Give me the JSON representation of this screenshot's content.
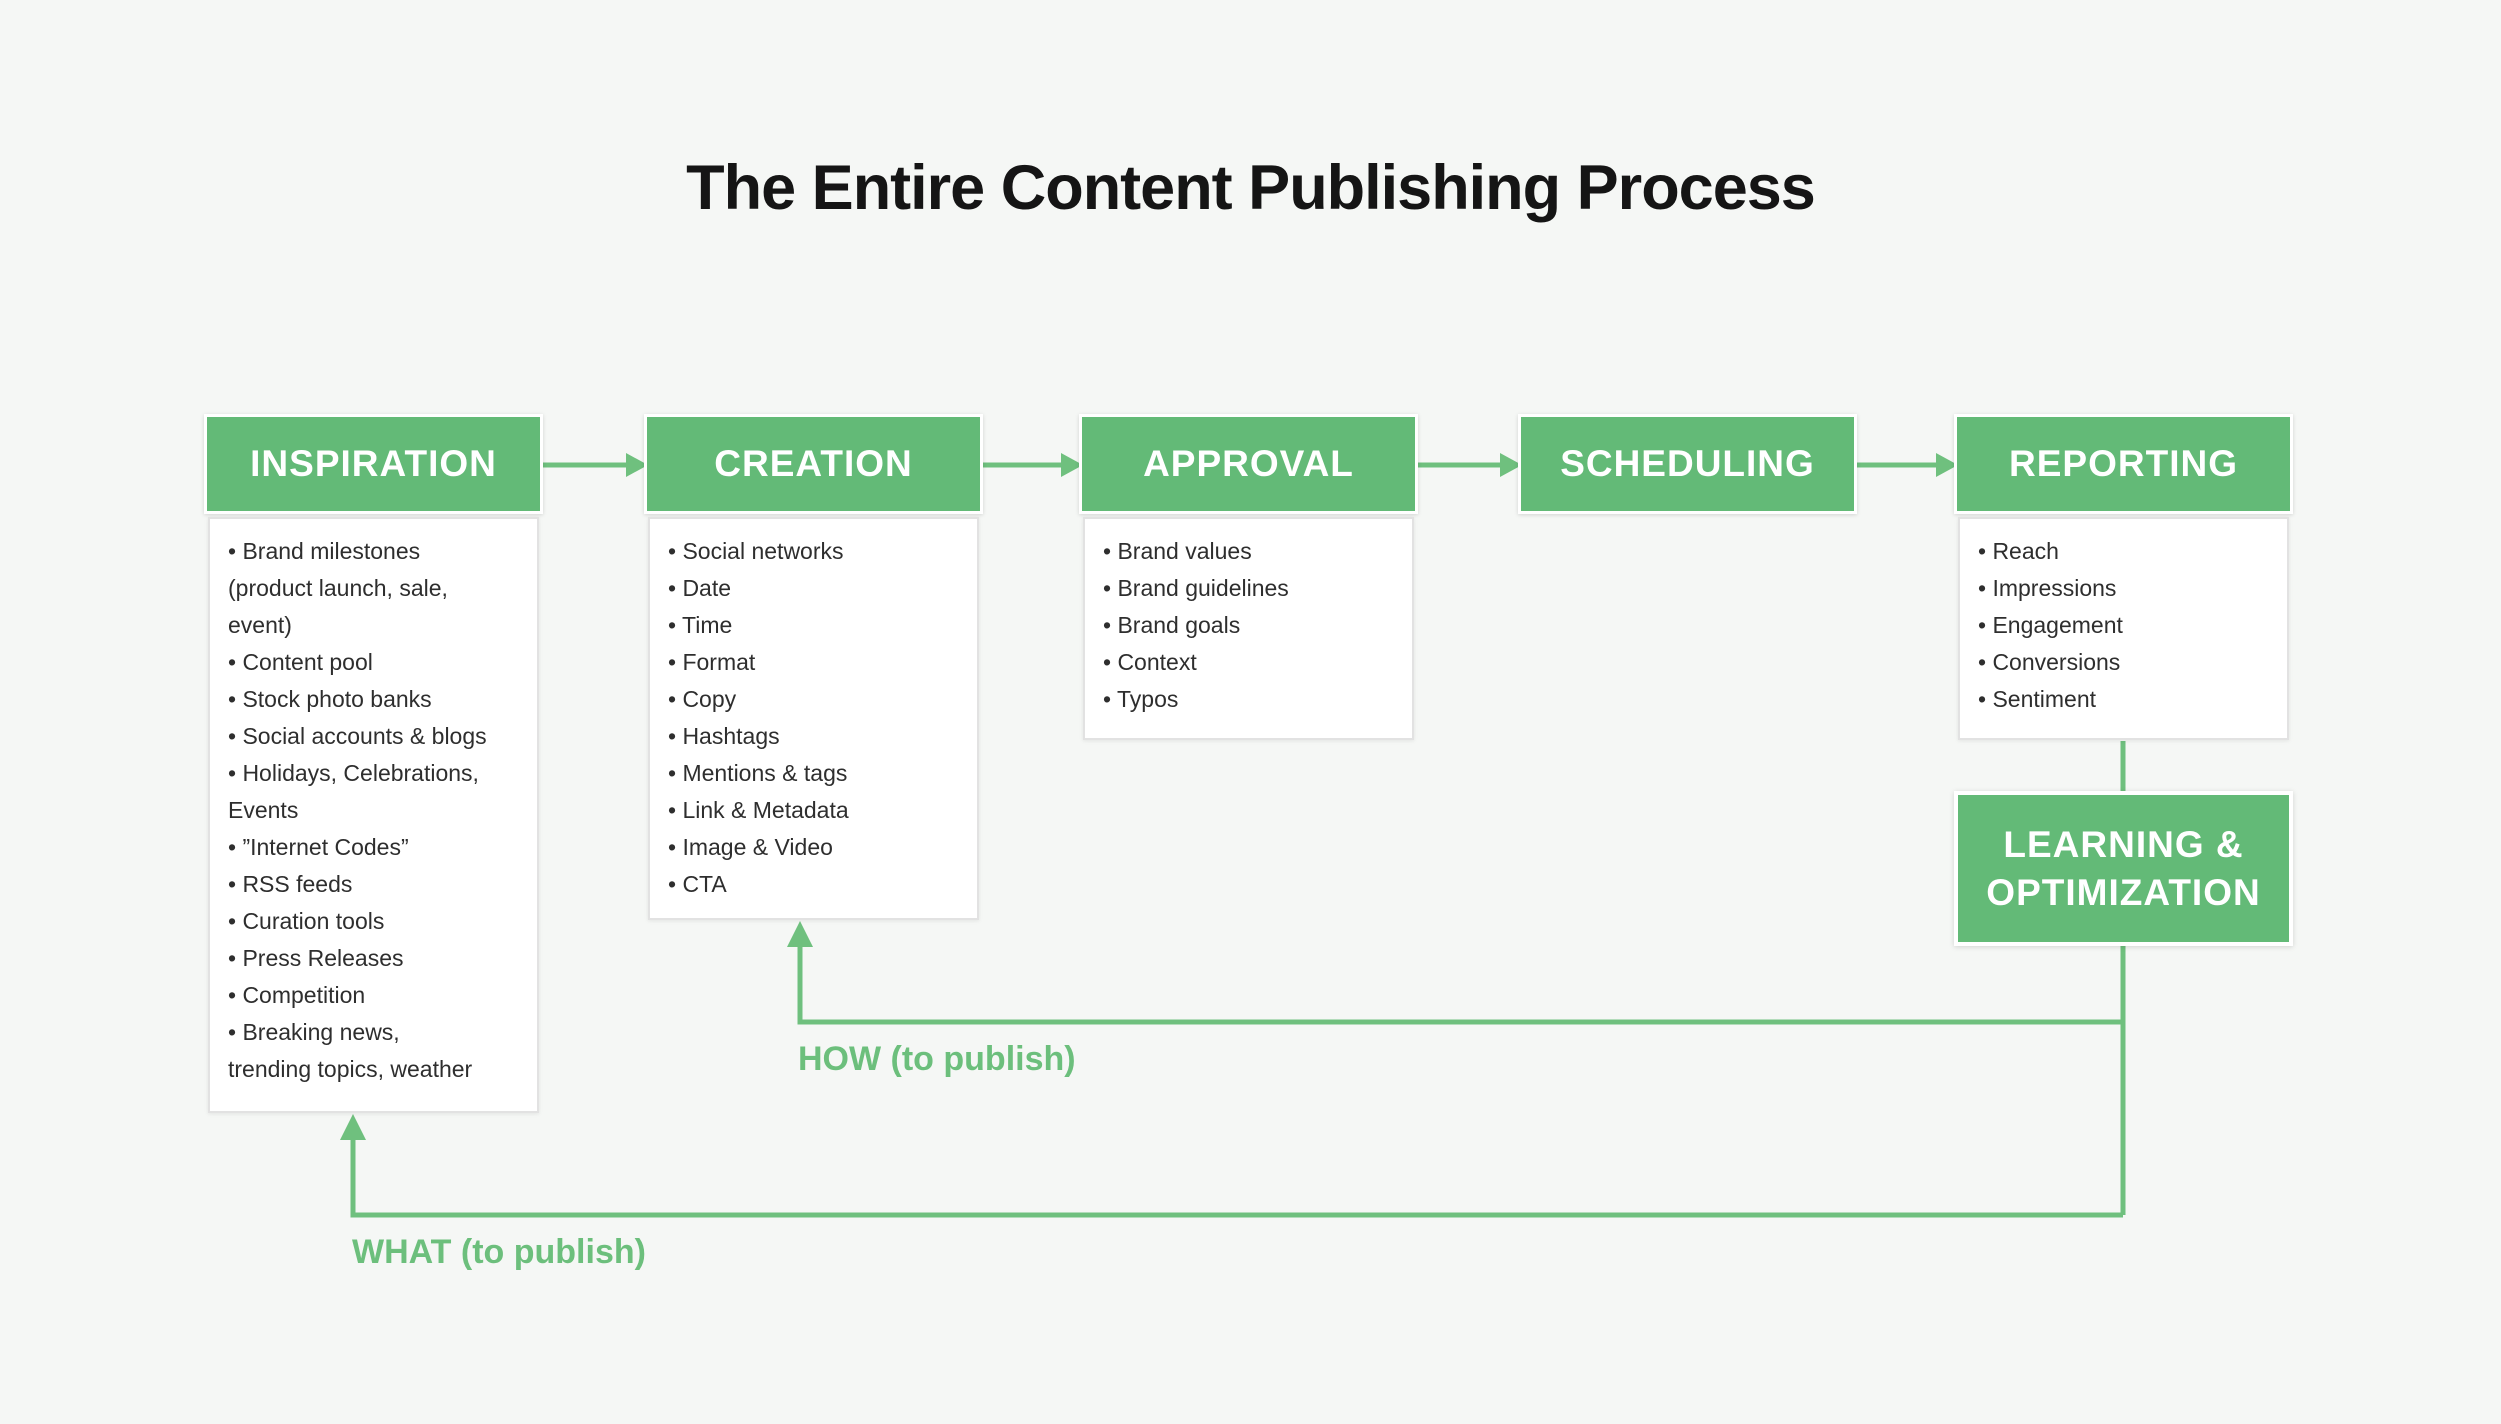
{
  "title": "The Entire Content Publishing Process",
  "theme": {
    "green": "#63ba77",
    "connector_green": "#6fc07e",
    "label_green": "#6cbf7c",
    "background": "#f5f7f5",
    "text": "#2e2e2e"
  },
  "stages": [
    {
      "id": "inspiration",
      "label": "INSPIRATION",
      "items": [
        "Brand milestones\n(product launch, sale,\nevent)",
        "Content pool",
        "Stock photo banks",
        "Social accounts & blogs",
        "Holidays, Celebrations,\nEvents",
        "”Internet Codes”",
        "RSS feeds",
        "Curation tools",
        "Press Releases",
        "Competition",
        "Breaking news,\ntrending topics, weather"
      ]
    },
    {
      "id": "creation",
      "label": "CREATION",
      "items": [
        "Social networks",
        "Date",
        "Time",
        "Format",
        "Copy",
        "Hashtags",
        "Mentions & tags",
        "Link & Metadata",
        "Image & Video",
        "CTA"
      ]
    },
    {
      "id": "approval",
      "label": "APPROVAL",
      "items": [
        "Brand values",
        "Brand guidelines",
        "Brand goals",
        "Context",
        "Typos"
      ]
    },
    {
      "id": "scheduling",
      "label": "SCHEDULING",
      "items": []
    },
    {
      "id": "reporting",
      "label": "REPORTING",
      "items": [
        "Reach",
        "Impressions",
        "Engagement",
        "Conversions",
        "Sentiment"
      ]
    }
  ],
  "feedback": {
    "box_label": "LEARNING & OPTIMIZATION",
    "how_label": "HOW (to publish)",
    "what_label": "WHAT (to publish)"
  }
}
